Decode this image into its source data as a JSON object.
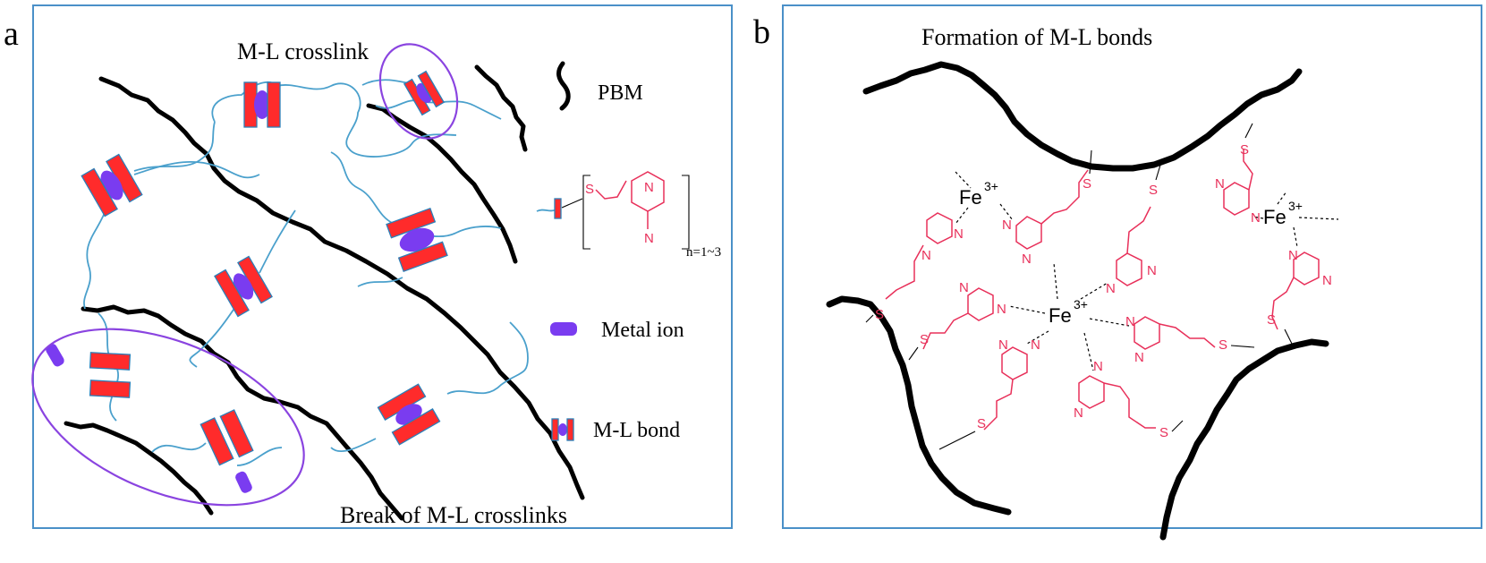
{
  "panel_a": {
    "letter": "a",
    "label_top": "M-L crosslink",
    "label_bottom": "Break of M-L crosslinks",
    "legend": {
      "pbm": "PBM",
      "repeat": "n=1~3",
      "metal_ion": "Metal ion",
      "ml_bond": "M-L bond"
    }
  },
  "panel_b": {
    "letter": "b",
    "title": "Formation of M-L bonds",
    "metal": "Fe",
    "charge": "3+",
    "sulfur": "S",
    "nitrogen": "N"
  },
  "colors": {
    "border": "#4a90c8",
    "ligand": "#e8305a",
    "metal_ion": "#7a3cf0",
    "block": "#ff2b2b",
    "linker": "#4aa0cc"
  }
}
